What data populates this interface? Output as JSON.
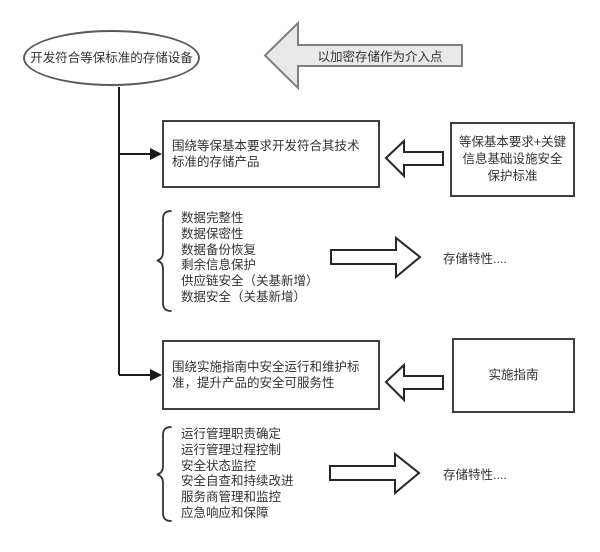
{
  "diagram": {
    "title_hint": "storage-compliance-flowchart",
    "colors": {
      "box_border": "#404040",
      "ellipse_border": "#595959",
      "text": "#333333",
      "connector": "#1a1a1a",
      "entry_arrow_fill": "#e9e9e9",
      "entry_arrow_border": "#7f7f7f",
      "hollow_arrow_fill": "#ffffff",
      "hollow_arrow_border": "#262626"
    },
    "root": {
      "label": "开发符合等保标准的存储设备"
    },
    "entry_arrow": {
      "label": "以加密存储作为介入点"
    },
    "branches": [
      {
        "process": {
          "label": "围绕等保基本要求开发符合其技术标准的存储产品"
        },
        "source": {
          "label": "等保基本要求+关键信息基础设施安全保护标准"
        },
        "items": [
          "数据完整性",
          "数据保密性",
          "数据备份恢复",
          "剩余信息保护",
          "供应链安全（关基新增）",
          "数据安全（关基新增）"
        ],
        "result": {
          "label": "存储特性...."
        }
      },
      {
        "process": {
          "label": "围绕实施指南中安全运行和维护标准，提升产品的安全可服务性"
        },
        "source": {
          "label": "实施指南"
        },
        "items": [
          "运行管理职责确定",
          "运行管理过程控制",
          "安全状态监控",
          "安全自查和持续改进",
          "服务商管理和监控",
          "应急响应和保障"
        ],
        "result": {
          "label": "存储特性...."
        }
      }
    ]
  }
}
